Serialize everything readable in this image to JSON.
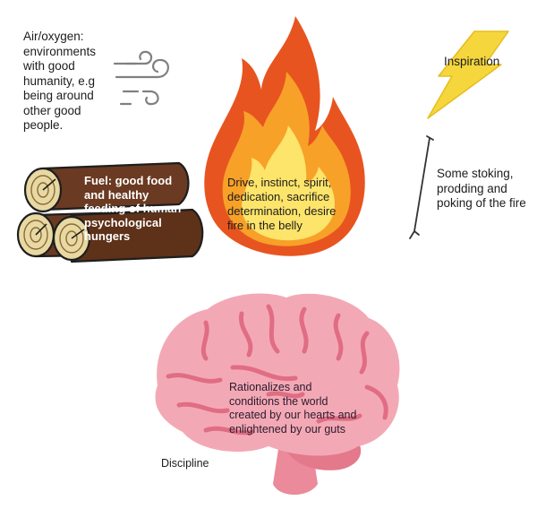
{
  "air": {
    "lines": [
      "Air/oxygen:",
      "environments",
      "with good",
      "humanity, e.g",
      "being around",
      "other good",
      "people."
    ],
    "icon": "wind-icon"
  },
  "inspiration": {
    "label": "Inspiration",
    "icon": "lightning-bolt-icon",
    "color": "#f5d63d"
  },
  "fire": {
    "lines": [
      "Drive, instinct, spirit,",
      "dedication, sacrifice",
      "determination, desire",
      "fire in the belly"
    ],
    "icon": "fire-icon",
    "colors": {
      "outer": "#e8541f",
      "middle": "#f7a129",
      "inner": "#fde46b"
    }
  },
  "fuel": {
    "lines": [
      "Fuel: good food",
      "and healthy",
      "feeding of human",
      "psychological",
      "hungers"
    ],
    "icon": "logs-icon",
    "colors": {
      "wood": "#6b3a22",
      "ring": "#e8d9a2"
    }
  },
  "poker": {
    "lines": [
      "Some stoking,",
      "prodding and",
      "poking of the fire"
    ],
    "icon": "fire-poker-icon"
  },
  "brain": {
    "lines": [
      "Rationalizes and",
      "conditions the world",
      "created by our hearts and",
      "enlightened by our guts"
    ],
    "icon": "brain-icon",
    "colors": {
      "body": "#f3a9b5",
      "groove": "#e06d84",
      "stem": "#ea8a9b"
    }
  },
  "discipline": {
    "label": "Discipline"
  }
}
